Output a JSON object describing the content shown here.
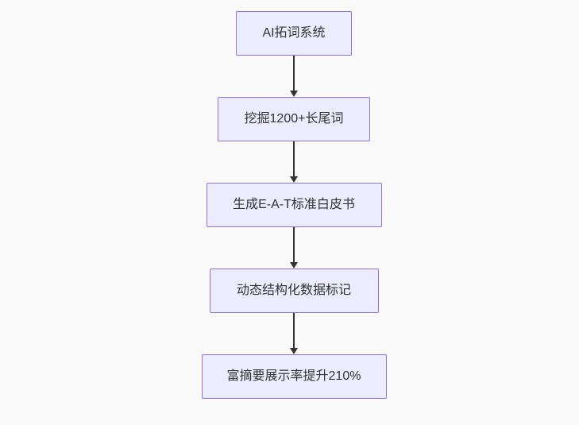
{
  "diagram": {
    "type": "flowchart",
    "direction": "top-down",
    "nodes": [
      {
        "id": "A",
        "label": "AI拓词系统"
      },
      {
        "id": "B",
        "label": "挖掘1200+长尾词"
      },
      {
        "id": "C",
        "label": "生成E-A-T标准白皮书"
      },
      {
        "id": "D",
        "label": "动态结构化数据标记"
      },
      {
        "id": "E",
        "label": "富摘要展示率提升210%"
      }
    ],
    "edges": [
      {
        "from": "A",
        "to": "B"
      },
      {
        "from": "B",
        "to": "C"
      },
      {
        "from": "C",
        "to": "D"
      },
      {
        "from": "D",
        "to": "E"
      }
    ],
    "colors": {
      "background": "#FAFAFA",
      "node_fill": "#ECECFF",
      "node_border": "#9370DB",
      "node_text": "#333333",
      "arrow": "#333333"
    }
  }
}
